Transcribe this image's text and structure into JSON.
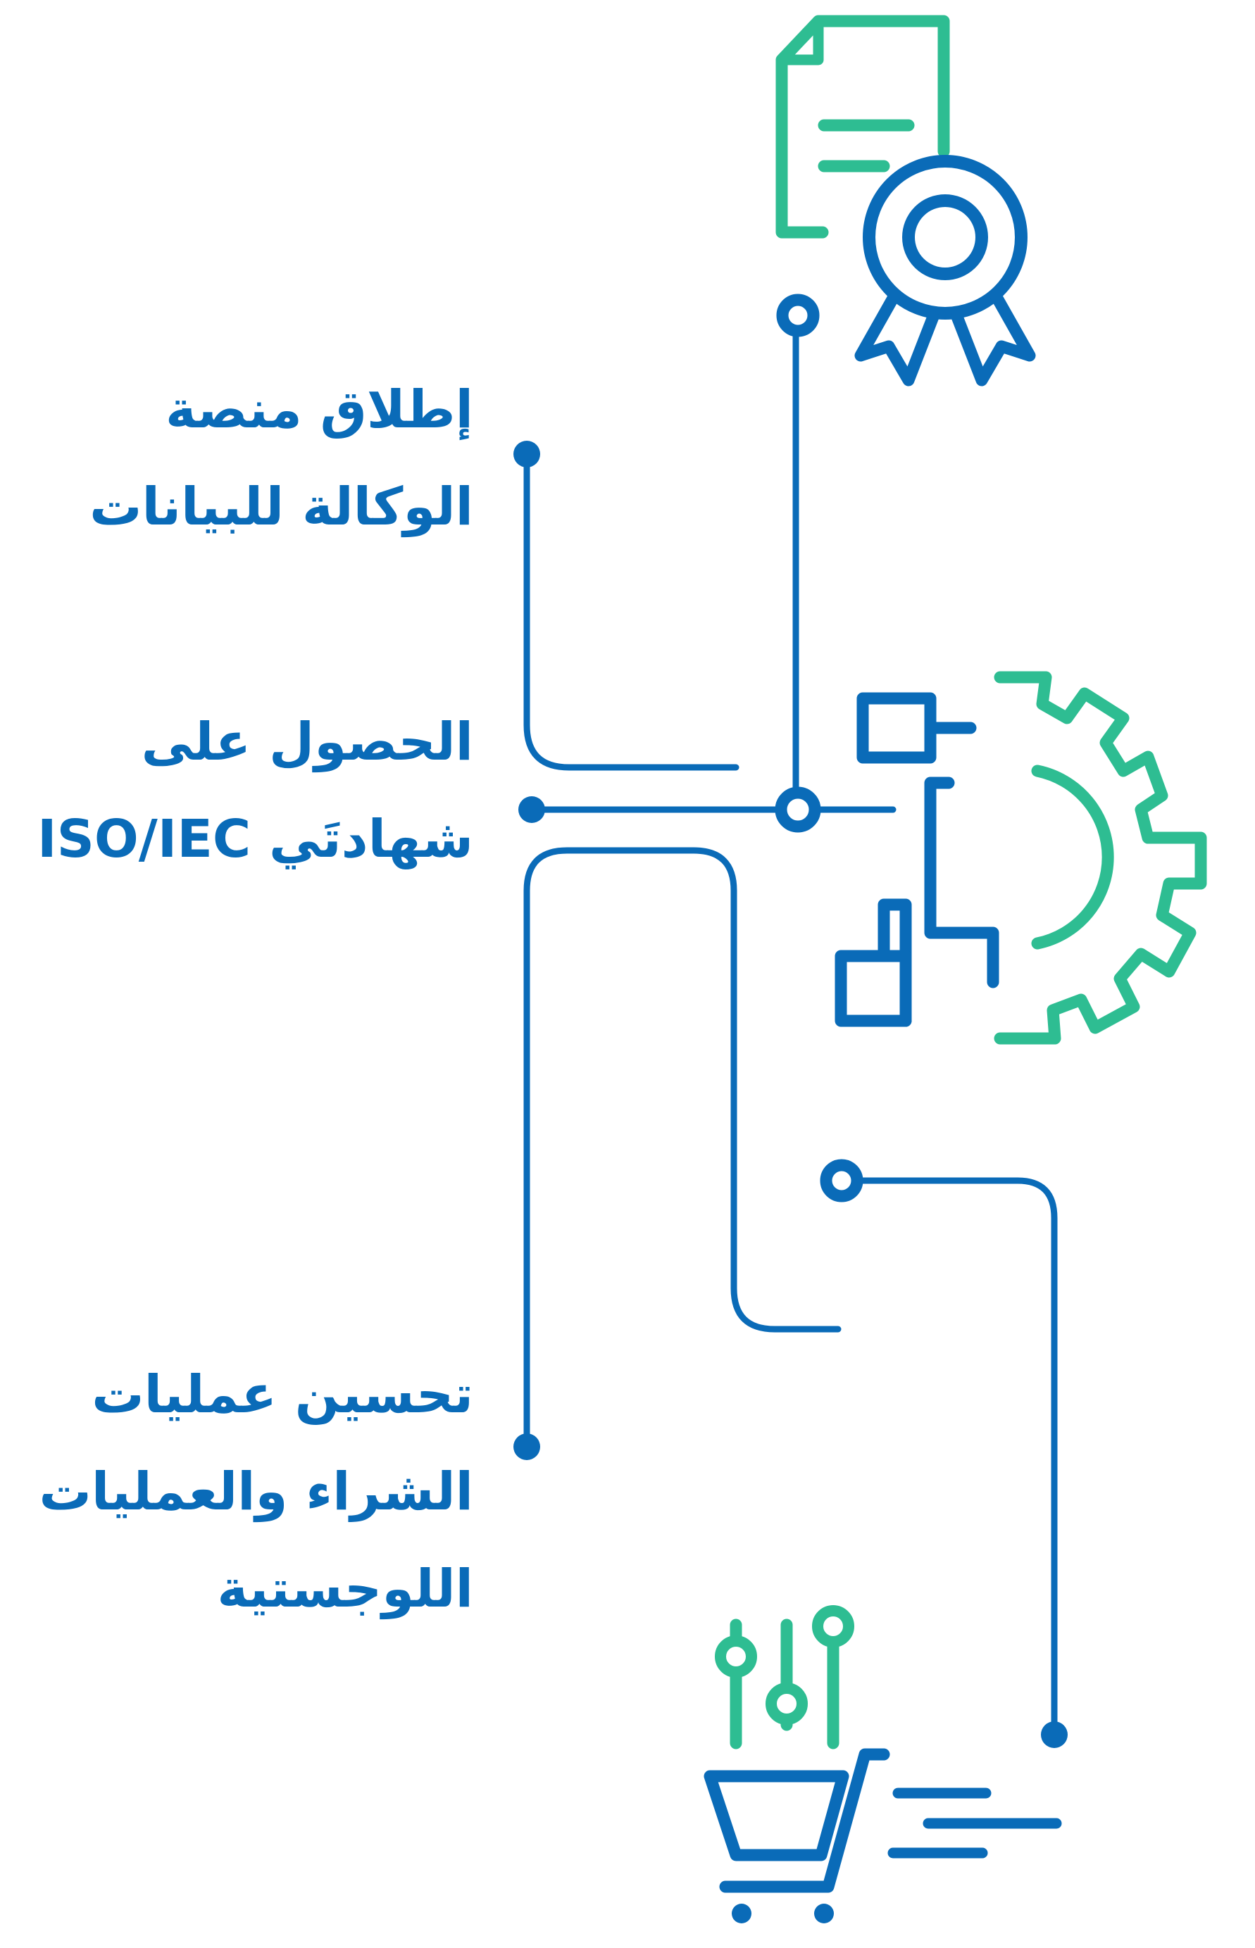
{
  "colors": {
    "blue": "#0a6bb8",
    "green": "#2ebd92",
    "background": "#ffffff"
  },
  "icons": {
    "certificate": "certificate-award-icon",
    "network": "gear-network-icon",
    "cart": "shopping-cart-settings-icon"
  },
  "milestones": [
    {
      "lines": [
        "إطلاق منصة",
        "الوكالة للبيانات"
      ]
    },
    {
      "lines": [
        "الحصول على",
        "شهادتَي ISO/IEC"
      ]
    },
    {
      "lines": [
        "تحسين عمليات",
        "الشراء والعمليات",
        "اللوجستية"
      ]
    }
  ]
}
